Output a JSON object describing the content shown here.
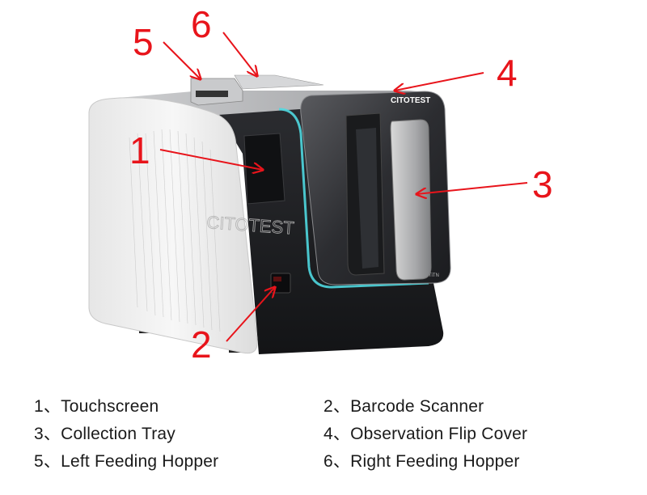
{
  "device": {
    "brand_top": "CITOTEST",
    "brand_side": "CITOTEST",
    "model": "TiTN"
  },
  "callouts": [
    "1",
    "2",
    "3",
    "4",
    "5",
    "6"
  ],
  "legend": [
    {
      "num": "1、",
      "label": "Touchscreen"
    },
    {
      "num": "2、",
      "label": "Barcode Scanner"
    },
    {
      "num": "3、",
      "label": "Collection Tray"
    },
    {
      "num": "4、",
      "label": "Observation Flip Cover"
    },
    {
      "num": "5、",
      "label": "Left Feeding Hopper"
    },
    {
      "num": "6、",
      "label": "Right Feeding Hopper"
    }
  ],
  "colors": {
    "callout": "#e8141b",
    "accent_glow": "#4fd8e0",
    "body_dark": "#1e1f22",
    "panel_white": "#f2f2f2"
  }
}
